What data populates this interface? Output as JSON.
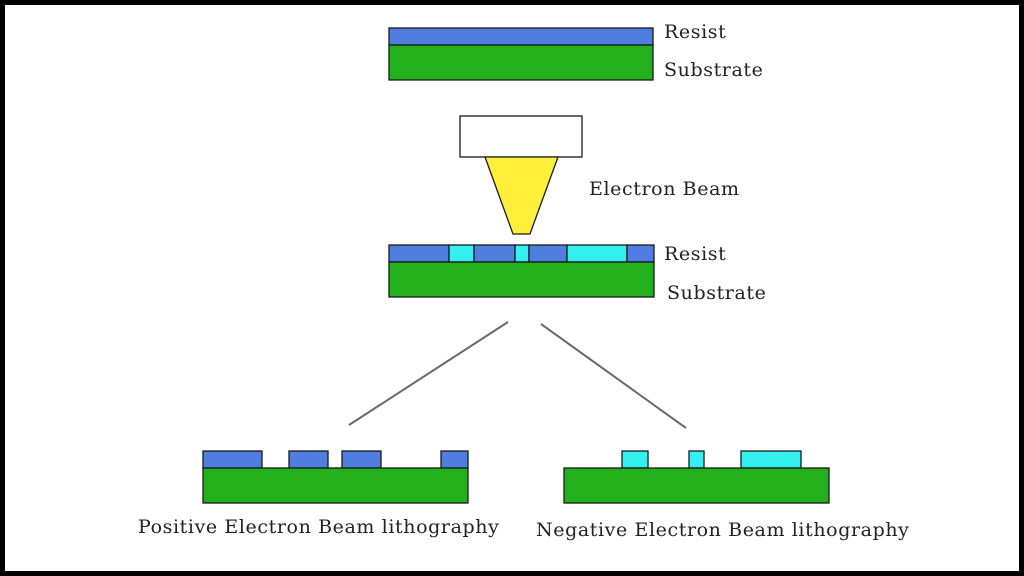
{
  "colors": {
    "resist": "#4f7de0",
    "exposed": "#35f0f0",
    "substrate": "#22b01c",
    "beam": "#ffee3a",
    "gun": "#ffffff",
    "connector": "#6a6a6a"
  },
  "labels": {
    "resist_top": "Resist",
    "substrate_top": "Substrate",
    "electron_beam": "Electron Beam",
    "resist_mid": "Resist",
    "substrate_mid": "Substrate",
    "positive": "Positive Electron Beam lithography",
    "negative": "Negative Electron Beam lithography"
  }
}
